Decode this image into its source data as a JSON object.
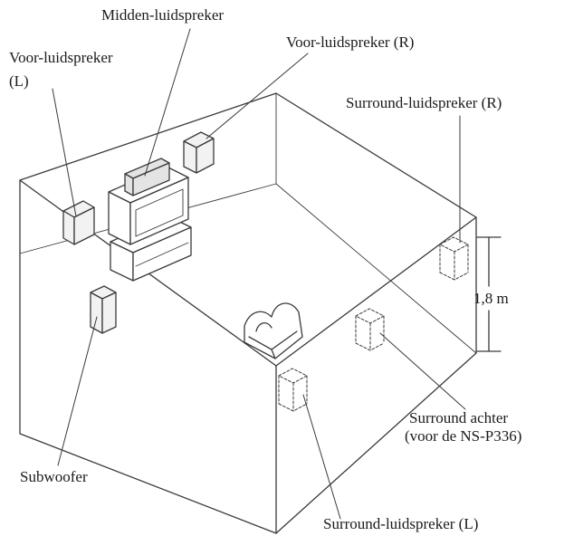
{
  "labels": {
    "center": "Midden-luidspreker",
    "front_left_line1": "Voor-luidspreker",
    "front_left_line2": "(L)",
    "front_right": "Voor-luidspreker (R)",
    "surround_right": "Surround-luidspreker (R)",
    "height": "1,8 m",
    "surround_back_line1": "Surround achter",
    "surround_back_line2": "(voor de  NS-P336)",
    "subwoofer": "Subwoofer",
    "surround_left": "Surround-luidspreker (L)"
  },
  "colors": {
    "line": "#3a3a3a",
    "text": "#1a1a1a",
    "speaker_fill": "#f2f2f2",
    "center_fill": "#e4e4e4"
  }
}
